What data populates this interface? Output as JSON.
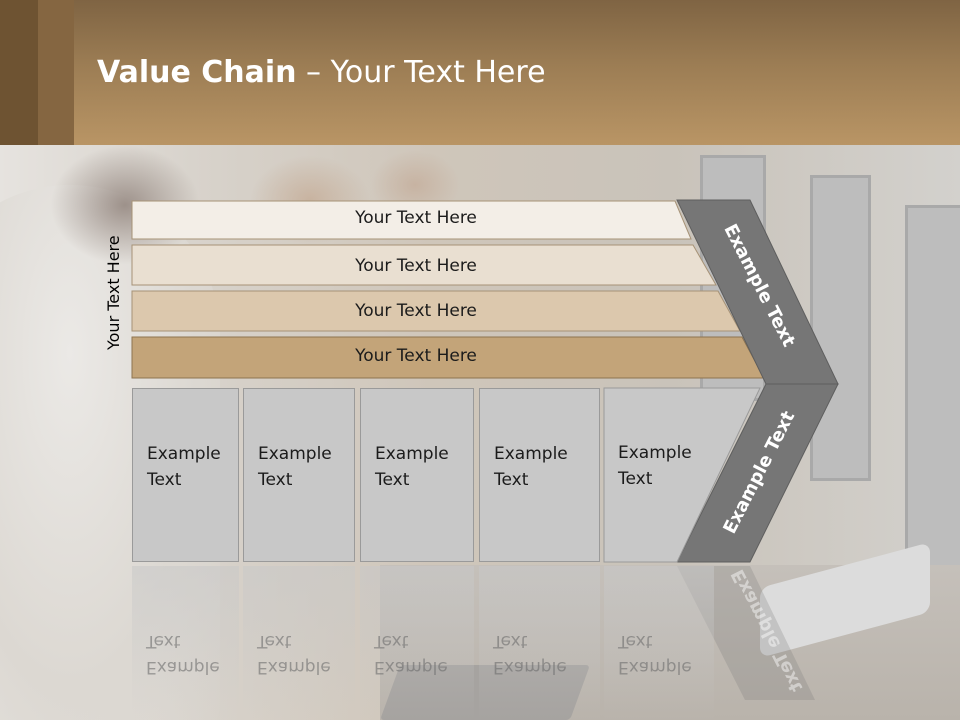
{
  "slide": {
    "title_bold": "Value Chain",
    "title_rest": " – Your Text Here"
  },
  "diagram": {
    "vertical_label": "Your Text Here",
    "bars": [
      {
        "label": "Your Text Here",
        "color": "#f3eee7"
      },
      {
        "label": "Your Text Here",
        "color": "#e9dfd1"
      },
      {
        "label": "Your Text Here",
        "color": "#dcc8ad"
      },
      {
        "label": "Your Text Here",
        "color": "#c3a479"
      }
    ],
    "columns": [
      {
        "line1": "Example",
        "line2": "Text"
      },
      {
        "line1": "Example",
        "line2": "Text"
      },
      {
        "line1": "Example",
        "line2": "Text"
      },
      {
        "line1": "Example",
        "line2": "Text"
      },
      {
        "line1": "Example",
        "line2": "Text"
      }
    ],
    "chevron_top_label": "Example Text",
    "chevron_bottom_label": "Example Text",
    "chevron_color": "#767676",
    "column_color": "#c8c8c8"
  }
}
